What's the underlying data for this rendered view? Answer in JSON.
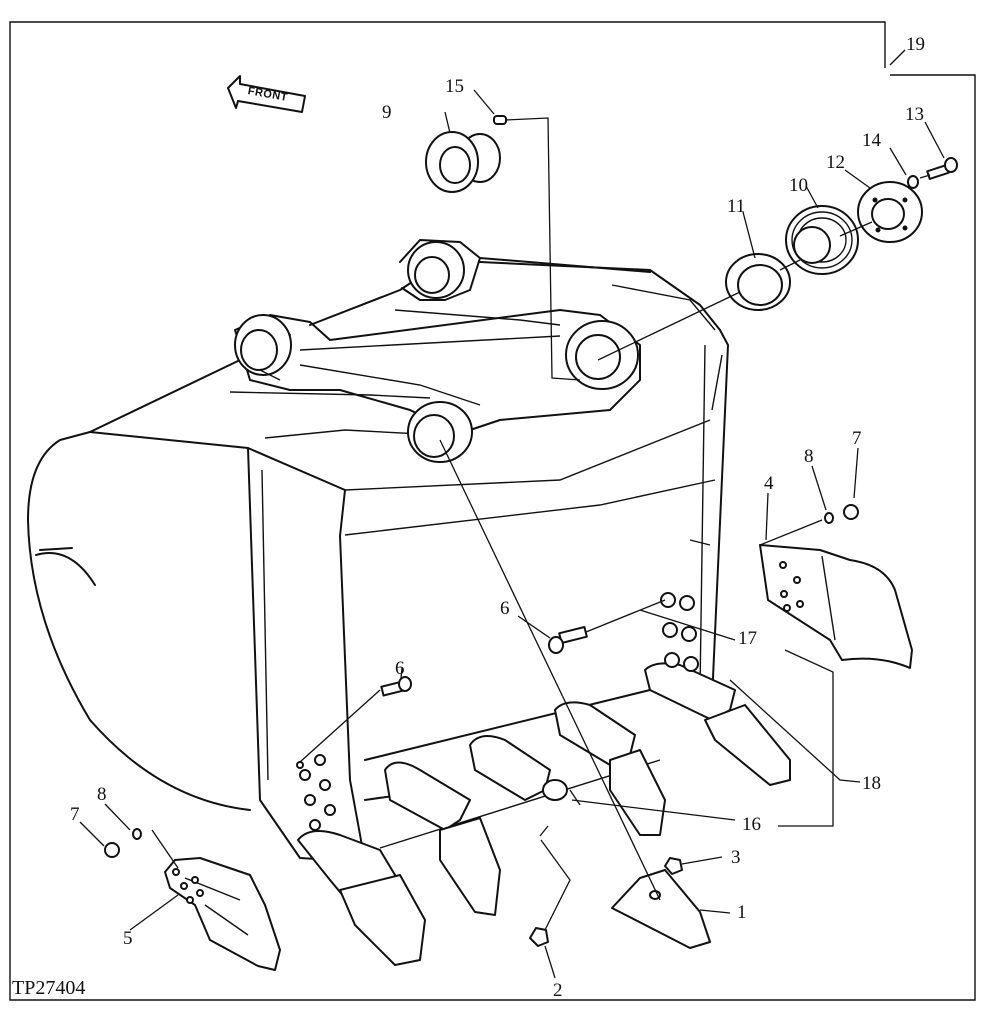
{
  "figure_id": "TP27404",
  "direction_label": "FRONT",
  "callouts": {
    "c1": "1",
    "c2": "2",
    "c3": "3",
    "c4": "4",
    "c5": "5",
    "c6a": "6",
    "c6b": "6",
    "c7a": "7",
    "c7b": "7",
    "c8a": "8",
    "c8b": "8",
    "c9": "9",
    "c10": "10",
    "c11": "11",
    "c12": "12",
    "c13": "13",
    "c14": "14",
    "c15": "15",
    "c16": "16",
    "c17": "17",
    "c18": "18",
    "c19": "19"
  }
}
